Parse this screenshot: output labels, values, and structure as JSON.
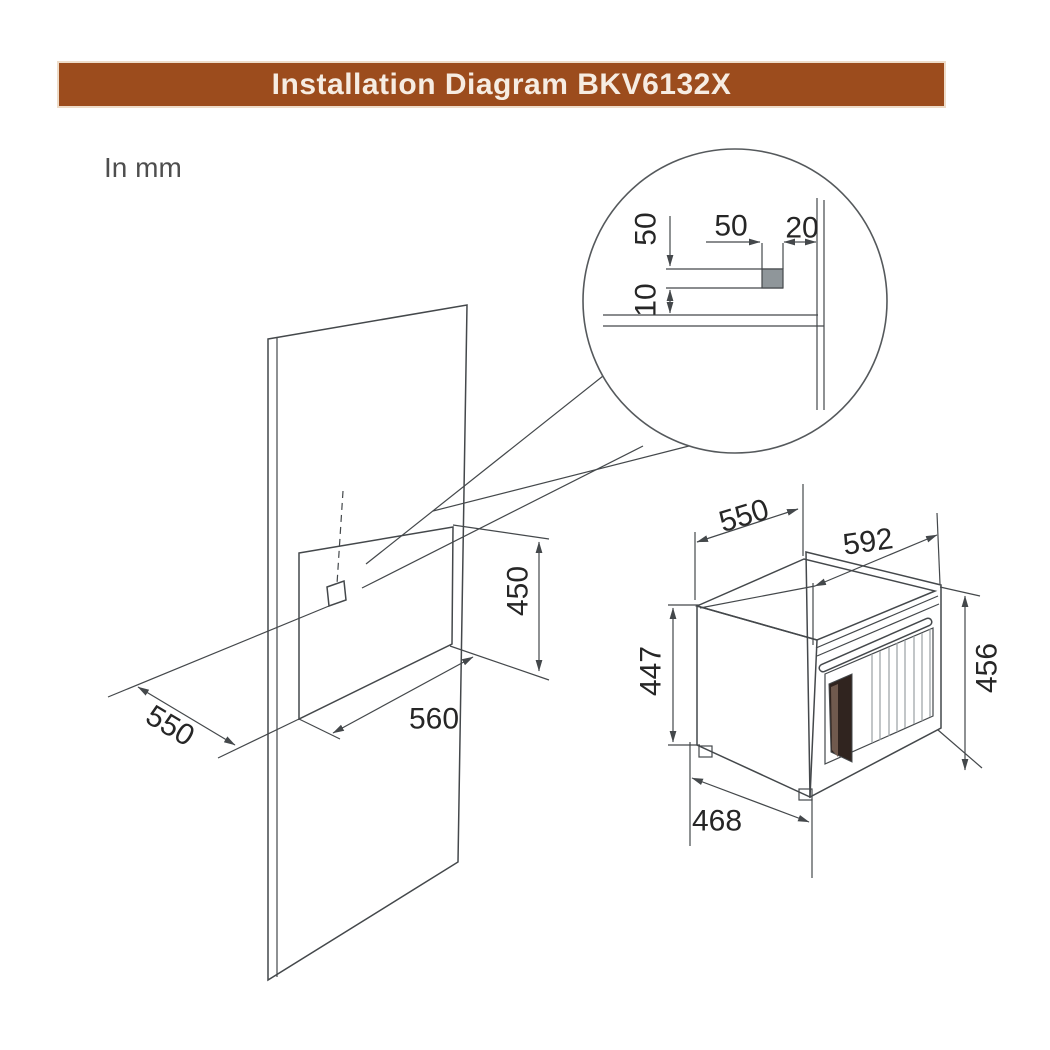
{
  "title": "Installation Diagram BKV6132X",
  "units_label": "In mm",
  "colors": {
    "header_bg": "#9c4c1d",
    "header_text": "#f6ece2",
    "wall_gray": "#c7cbce",
    "oven_gray": "#d7dadc",
    "line": "#44484b",
    "window_dark": "#30241f"
  },
  "detail_view": {
    "dim_50_horizontal": "50",
    "dim_20_gap": "20",
    "dim_50_vertical": "50",
    "dim_10_clearance": "10"
  },
  "niche": {
    "height": "450",
    "width": "560",
    "depth": "550"
  },
  "oven": {
    "depth": "550",
    "width": "592",
    "body_height": "447",
    "front_height": "456",
    "body_width": "468"
  }
}
